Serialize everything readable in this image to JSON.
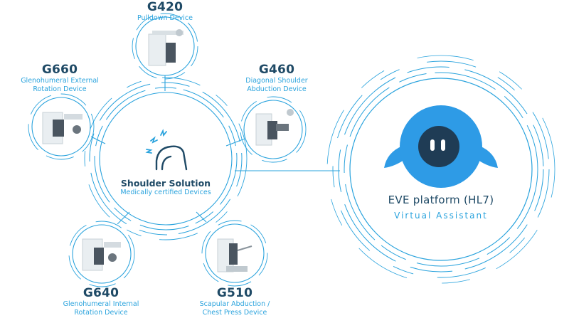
{
  "colors": {
    "line": "#2aa3dd",
    "dark_text": "#1f4a66",
    "accent_text": "#2aa3dd",
    "robot_blue": "#2e9be6",
    "robot_face": "#1f3c55"
  },
  "hub": {
    "icon": "shoulder-pain-icon",
    "title": "Shoulder Solution",
    "subtitle": "Medically certified Devices"
  },
  "devices": [
    {
      "code": "G420",
      "desc_line1": "Pulldown Device",
      "desc_line2": ""
    },
    {
      "code": "G460",
      "desc_line1": "Diagonal Shoulder",
      "desc_line2": "Abduction Device"
    },
    {
      "code": "G660",
      "desc_line1": "Glenohumeral External",
      "desc_line2": "Rotation Device"
    },
    {
      "code": "G640",
      "desc_line1": "Glenohumeral Internal",
      "desc_line2": "Rotation Device"
    },
    {
      "code": "G510",
      "desc_line1": "Scapular Abduction /",
      "desc_line2": "Chest Press Device"
    }
  ],
  "eve": {
    "icon": "robot-assistant-icon",
    "title": "EVE platform (HL7)",
    "subtitle": "Virtual Assistant"
  }
}
